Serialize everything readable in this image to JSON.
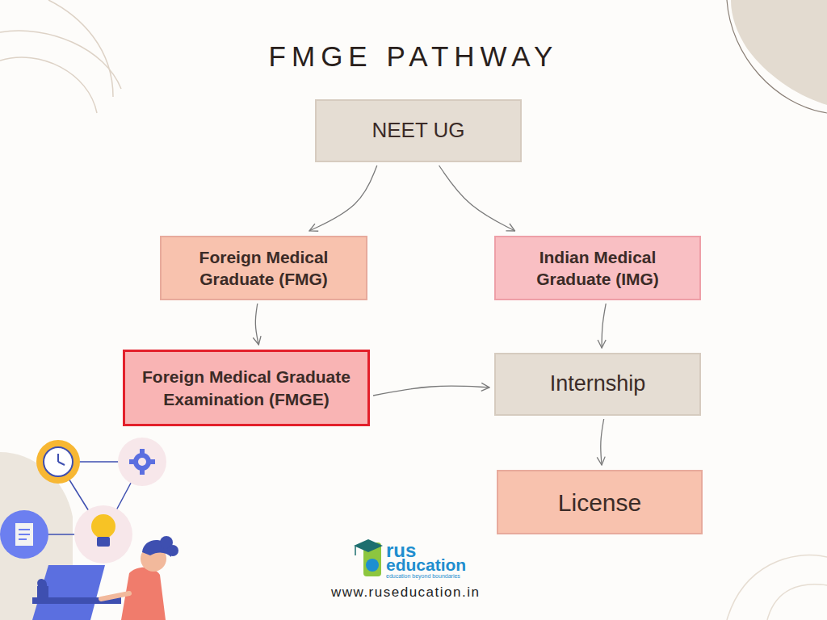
{
  "diagram": {
    "title": "FMGE PATHWAY",
    "nodes": [
      {
        "text": [
          "NEET UG"
        ]
      },
      {
        "text": [
          "Foreign Medical Graduate (FMG)"
        ]
      },
      {
        "text": [
          "Indian Medical Graduate (IMG)"
        ]
      },
      {
        "text": [
          "Foreign Medical Graduate Examination (FMGE)"
        ]
      },
      {
        "text": [
          "Internship"
        ]
      },
      {
        "text": [
          "License"
        ]
      }
    ],
    "edges": [
      {
        "from": 0,
        "to": 1,
        "arrow": "to"
      },
      {
        "from": 0,
        "to": 2,
        "arrow": "to"
      },
      {
        "from": 1,
        "to": 3,
        "arrow": "to"
      },
      {
        "from": 3,
        "to": 4,
        "arrow": "to"
      },
      {
        "from": 2,
        "to": 4,
        "arrow": "to"
      },
      {
        "from": 4,
        "to": 5,
        "arrow": "to"
      }
    ],
    "labels": [
      "rus",
      "education",
      "education beyond boundaries",
      "www.ruseducation.in"
    ]
  }
}
